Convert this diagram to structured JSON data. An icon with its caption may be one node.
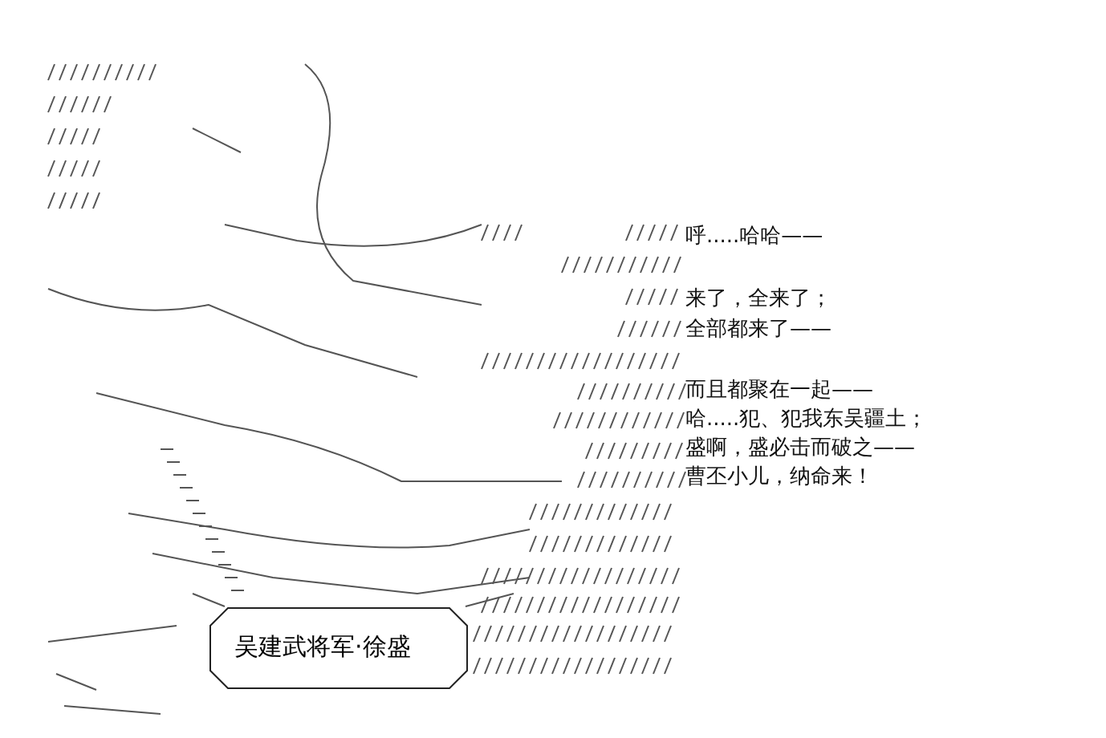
{
  "diagram": {
    "nodes": [
      {
        "text": [
          "吴建武将军·徐盛"
        ]
      }
    ],
    "labels": [
      "呼.....哈哈——",
      "来了，全来了；",
      "全部都来了——",
      "而且都聚在一起——",
      "哈.....犯、犯我东吴疆土；",
      "盛啊，盛必击而破之——",
      "曹丕小儿，纳命来！"
    ]
  }
}
